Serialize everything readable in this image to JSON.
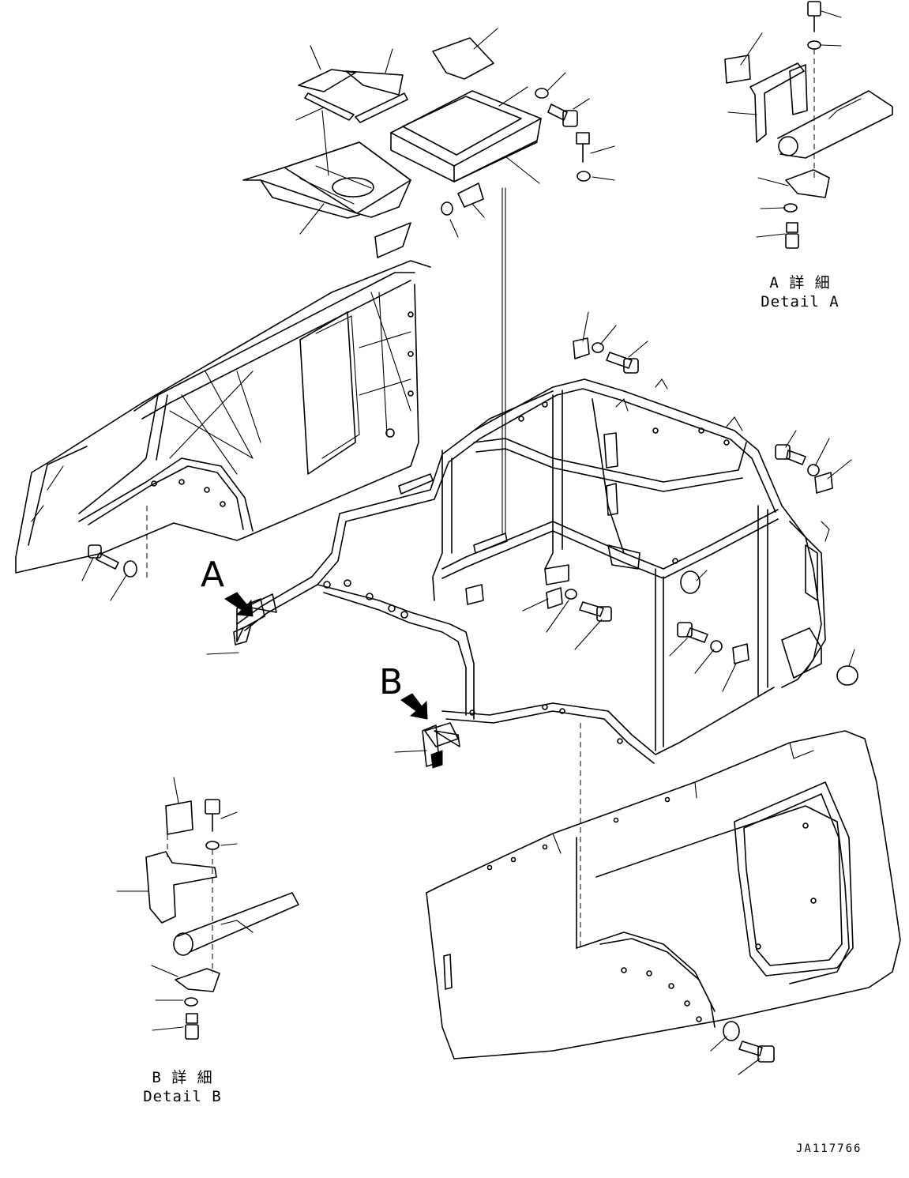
{
  "view_labels": {
    "a_letter": "A",
    "b_letter": "B"
  },
  "detail_a": {
    "jp": "A 詳 細",
    "en": "Detail A"
  },
  "detail_b": {
    "jp": "B 詳 細",
    "en": "Detail B"
  },
  "drawing_code": "JA117766",
  "line_color": "#000000",
  "background_color": "#ffffff"
}
